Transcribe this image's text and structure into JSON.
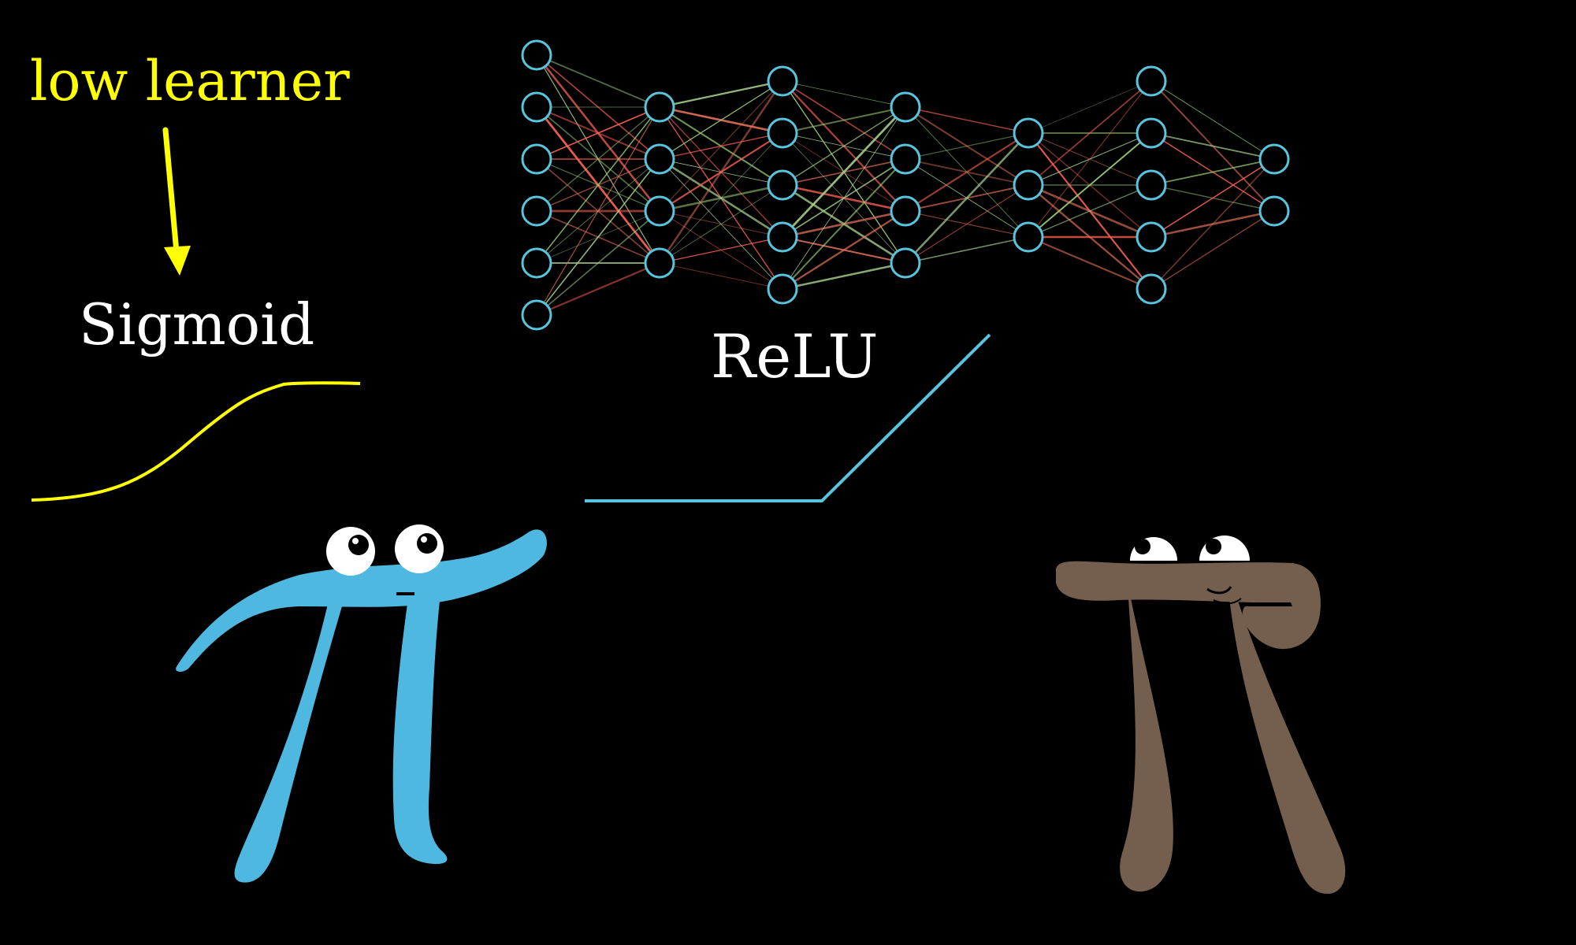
{
  "labels": {
    "slow_learner": "low learner",
    "sigmoid": "Sigmoid",
    "relu": "ReLU"
  },
  "network": {
    "layer_sizes": [
      6,
      4,
      5,
      4,
      3,
      5,
      2
    ],
    "node_color": "#58c4dd",
    "edge_colors": [
      "#fc6255",
      "#a6cf8c",
      "#9ccf76",
      "#e8735a"
    ]
  },
  "colors": {
    "background": "#000000",
    "yellow": "#ffff00",
    "blue_pi": "#4fb8e0",
    "brown_pi": "#745e4e",
    "relu_line": "#58c4dd"
  }
}
